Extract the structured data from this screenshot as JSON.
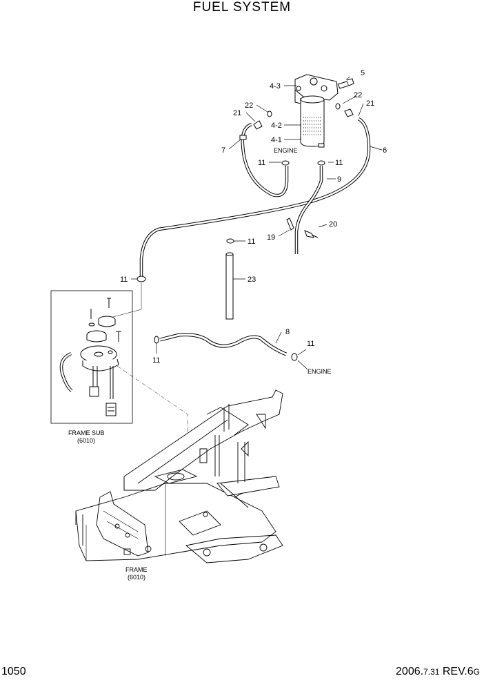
{
  "title": "FUEL SYSTEM",
  "page_number": "1050",
  "revision": {
    "date_prefix": "2006.",
    "date_small": "7.31",
    "rev": "REV.6",
    "rev_suffix": "G"
  },
  "callouts": {
    "c5": "5",
    "c4_3": "4-3",
    "c22a": "22",
    "c22b": "22",
    "c21a": "21",
    "c21b": "21",
    "c4_2": "4-2",
    "c4_1": "4-1",
    "c7": "7",
    "c6": "6",
    "c11a": "11",
    "c11b": "11",
    "c9": "9",
    "c20": "20",
    "c19": "19",
    "c11c": "11",
    "c11d": "11",
    "c23": "23",
    "c8": "8",
    "c11e": "11",
    "c11f": "11"
  },
  "engine_labels": {
    "top": "ENGINE",
    "bottom": "ENGINE"
  },
  "frame_sub": {
    "name": "FRAME SUB",
    "code": "(6010)"
  },
  "frame": {
    "name": "FRAME",
    "code": "(6010)"
  }
}
